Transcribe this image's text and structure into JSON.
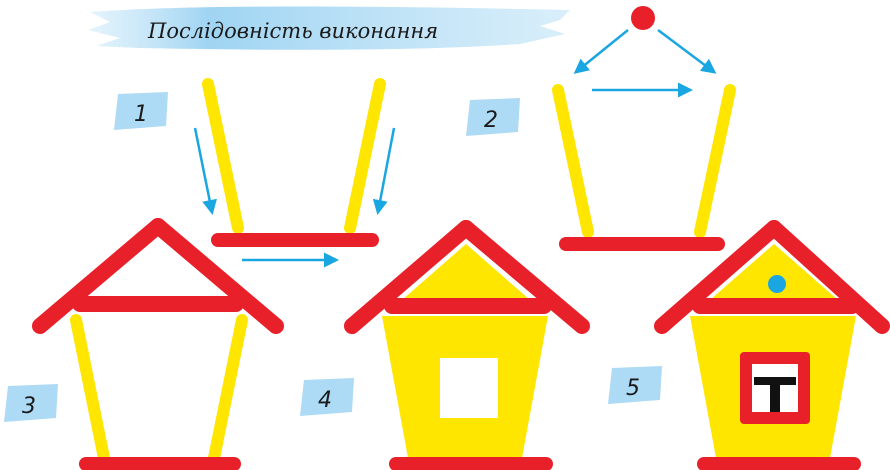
{
  "title": "Послідовність виконання",
  "steps": [
    {
      "number": "1"
    },
    {
      "number": "2"
    },
    {
      "number": "3"
    },
    {
      "number": "4"
    },
    {
      "number": "5"
    }
  ],
  "colors": {
    "stick_yellow": "#ffe600",
    "stick_red": "#e8202a",
    "arrow_blue": "#1aa6e0",
    "dot_red": "#e8202a",
    "dot_blue": "#1aa6e0",
    "badge_blue": "#9fd4f2",
    "window_black": "#111111",
    "window_white": "#ffffff"
  }
}
